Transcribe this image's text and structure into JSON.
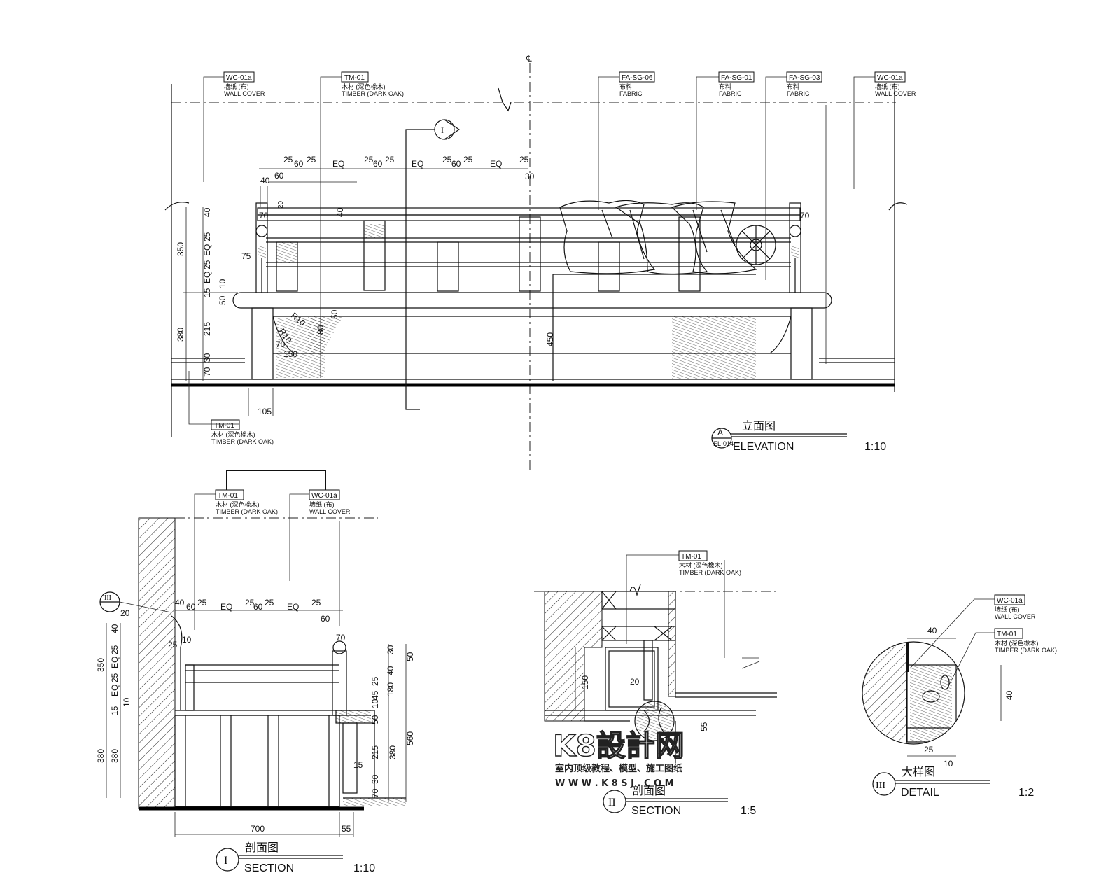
{
  "tags": {
    "wc01a": "WC-01a",
    "tm01": "TM-01",
    "fa_sg_06": "FA-SG-06",
    "fa_sg_01": "FA-SG-01",
    "fa_sg_03": "FA-SG-03",
    "wall_cover_cn": "墙纸 (布)",
    "wall_cover_en": "WALL COVER",
    "timber_cn": "木材 (深色橡木)",
    "timber_en": "TIMBER (DARK OAK)",
    "fabric_cn": "布料",
    "fabric_en": "FABRIC"
  },
  "elevation": {
    "marker_letter": "A",
    "marker_ref": "EL-014",
    "title_cn": "立面图",
    "title_en": "ELEVATION",
    "scale": "1:10",
    "section_marker": "I",
    "centerline": "℄",
    "dims_top": {
      "d25a": "25",
      "d60a": "60",
      "d25b": "25",
      "eq1": "EQ",
      "d25c": "25",
      "d60b": "60",
      "d25d": "25",
      "eq2": "EQ",
      "d25e": "25",
      "d60c": "60",
      "d25f": "25",
      "eq3": "EQ",
      "d25g": "25",
      "d30": "30",
      "d40": "40",
      "d60d": "60",
      "d20": "20"
    },
    "dims_left": {
      "d350": "350",
      "d380": "380",
      "d40": "40",
      "d25a": "25",
      "eqa": "EQ",
      "d25b": "25",
      "eqb": "EQ",
      "d10": "10",
      "d15": "15",
      "d50": "50",
      "d215": "215",
      "d30": "30",
      "d70": "70"
    },
    "dims_misc": {
      "d70a": "70",
      "d40": "40",
      "d75": "75",
      "r10a": "R10",
      "r10b": "R10",
      "d50": "50",
      "d80": "80",
      "d70b": "70",
      "d150": "150",
      "d105": "105",
      "d450": "450",
      "d70c": "70"
    }
  },
  "section1": {
    "roman": "I",
    "title_cn": "剖面图",
    "title_en": "SECTION",
    "scale": "1:10",
    "marker_roman": "III",
    "dims": {
      "d40": "40",
      "d60": "60",
      "d25a": "25",
      "eq1": "EQ",
      "d25b": "25",
      "d60b": "60",
      "d25c": "25",
      "eq2": "EQ",
      "d25d": "25",
      "d60c": "60",
      "d20": "20",
      "d10": "10",
      "d25e": "25",
      "d70": "70",
      "d350": "350",
      "d380": "380",
      "d40l": "40",
      "d25f": "25",
      "eqa": "EQ",
      "d25g": "25",
      "eqb": "EQ",
      "d10l": "10",
      "d15": "15",
      "d380b": "380",
      "d30": "30",
      "d50": "50",
      "d40r": "40",
      "d180": "180",
      "d25r": "25",
      "d45": "45",
      "d10r": "10",
      "d50r": "50",
      "d560": "560",
      "d215": "215",
      "d380r": "380",
      "d15r": "15",
      "d30r": "30",
      "d70r": "70",
      "d700": "700",
      "d55": "55"
    }
  },
  "section2": {
    "roman": "II",
    "title_cn": "剖面图",
    "title_en": "SECTION",
    "scale": "1:5",
    "dims": {
      "d150": "150",
      "d20": "20",
      "d55": "55"
    }
  },
  "detail3": {
    "roman": "III",
    "title_cn": "大样图",
    "title_en": "DETAIL",
    "scale": "1:2",
    "dims": {
      "d40t": "40",
      "d40r": "40",
      "d25": "25",
      "d10": "10"
    }
  },
  "watermark": {
    "logo": "K8設計网",
    "line1": "室内顶级教程、模型、施工图纸",
    "line2": "W W W . K 8 S J . C O M"
  }
}
